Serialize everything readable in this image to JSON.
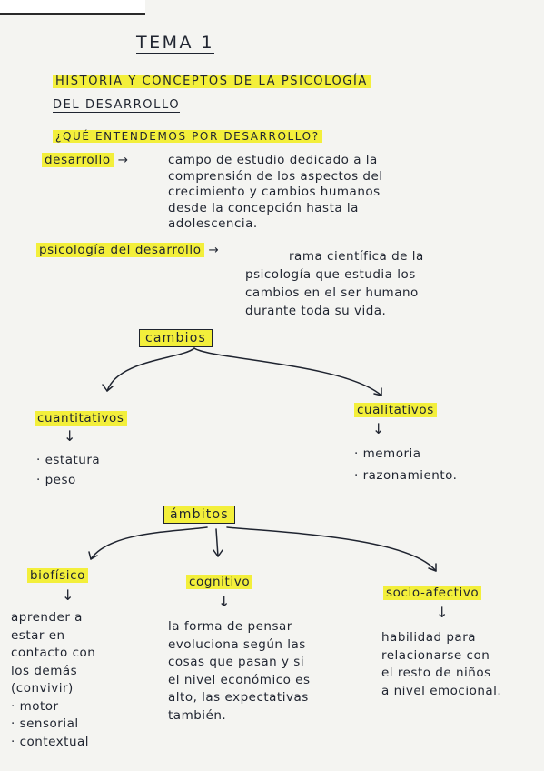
{
  "title": "TEMA 1",
  "heading_line1": "HISTORIA Y CONCEPTOS DE LA PSICOLOGÍA",
  "heading_line2": "DEL DESARROLLO",
  "question": "¿QUÉ ENTENDEMOS POR DESARROLLO?",
  "def1": {
    "term": "desarrollo",
    "arrow": "→",
    "lines": [
      "campo de estudio dedicado a la",
      "comprensión de los aspectos del",
      "crecimiento y cambios humanos",
      "desde la concepción hasta la",
      "adolescencia."
    ]
  },
  "def2": {
    "term": "psicología del desarrollo",
    "arrow": "→",
    "lines": [
      "rama científica de la",
      "psicología que estudia los",
      "cambios en el ser humano",
      "durante toda su vida."
    ]
  },
  "cambios": {
    "label": "cambios",
    "left": {
      "title": "cuantitativos",
      "arrow": "↓",
      "items": [
        "· estatura",
        "· peso"
      ]
    },
    "right": {
      "title": "cualitativos",
      "arrow": "↓",
      "items": [
        "· memoria",
        "· razonamiento."
      ]
    }
  },
  "ambitos": {
    "label": "ámbitos",
    "columns": [
      {
        "title": "biofísico",
        "arrow": "↓",
        "lines": [
          "aprender a",
          "estar en",
          "contacto con",
          "los demás",
          "(convivir)",
          "· motor",
          "· sensorial",
          "· contextual"
        ]
      },
      {
        "title": "cognitivo",
        "arrow": "↓",
        "lines": [
          "la forma de pensar",
          "evoluciona según las",
          "cosas que pasan y si",
          "el nivel económico es",
          "alto, las expectativas",
          "también."
        ]
      },
      {
        "title": "socio-afectivo",
        "arrow": "↓",
        "lines": [
          "habilidad para",
          "relacionarse con",
          "el resto de niños",
          "a nivel emocional."
        ]
      }
    ]
  },
  "colors": {
    "highlight": "#f3ef3b",
    "ink": "#1f2430",
    "paper": "#f4f4f1"
  }
}
